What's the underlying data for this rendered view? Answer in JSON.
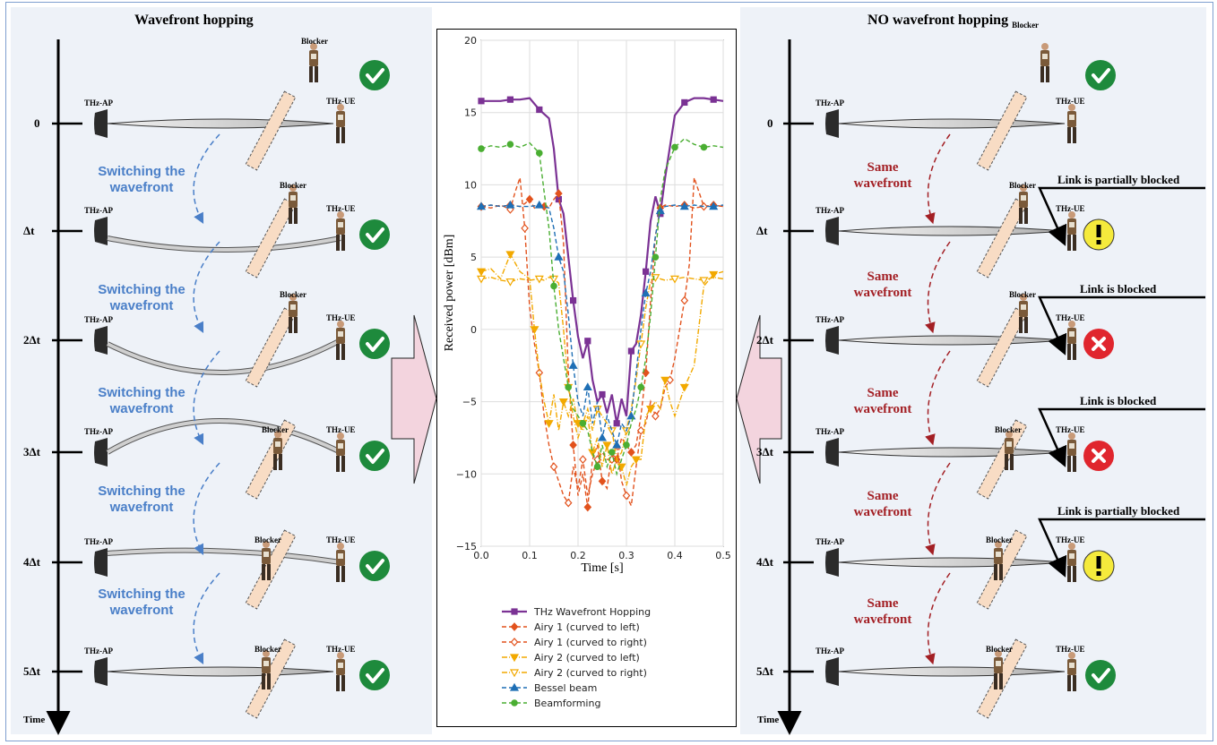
{
  "left_panel": {
    "title": "Wavefront hopping",
    "time_label": "Time",
    "ticks": [
      "0",
      "Δt",
      "2Δt",
      "3Δt",
      "4Δt",
      "5Δt"
    ],
    "notes": [
      {
        "line1": "Switching the",
        "line2": "wavefront"
      },
      {
        "line1": "Switching the",
        "line2": "wavefront"
      },
      {
        "line1": "Switching the",
        "line2": "wavefront"
      },
      {
        "line1": "Switching the",
        "line2": "wavefront"
      },
      {
        "line1": "Switching the",
        "line2": "wavefront"
      }
    ],
    "status": [
      "ok",
      "ok",
      "ok",
      "ok",
      "ok",
      "ok"
    ]
  },
  "right_panel": {
    "title": "NO wavefront hopping",
    "title_suffix": "Blocker",
    "time_label": "Time",
    "ticks": [
      "0",
      "Δt",
      "2Δt",
      "3Δt",
      "4Δt",
      "5Δt"
    ],
    "notes": [
      {
        "line1": "Same",
        "line2": "wavefront"
      },
      {
        "line1": "Same",
        "line2": "wavefront"
      },
      {
        "line1": "Same",
        "line2": "wavefront"
      },
      {
        "line1": "Same",
        "line2": "wavefront"
      },
      {
        "line1": "Same",
        "line2": "wavefront"
      }
    ],
    "callouts": [
      "Link is partially blocked",
      "Link is blocked",
      "Link is blocked",
      "Link is partially blocked"
    ],
    "status": [
      "ok",
      "warning",
      "blocked",
      "blocked",
      "warning",
      "ok"
    ]
  },
  "labels": {
    "ap": "THz-AP",
    "ue": "THz-UE",
    "blocker": "Blocker"
  },
  "colors": {
    "ok": "#1e8a3c",
    "warning": "#f5ea3c",
    "blocked": "#e0262e",
    "note_blue": "#4a7fc8",
    "note_red": "#a31f24",
    "arrow_fill": "#f3d4de"
  },
  "chart_data": {
    "type": "line",
    "title": "",
    "xlabel": "Time [s]",
    "ylabel": "Received power [dBm]",
    "xlim": [
      0.0,
      0.5
    ],
    "ylim": [
      -15,
      20
    ],
    "xticks": [
      "0.0",
      "0.1",
      "0.2",
      "0.3",
      "0.4",
      "0.5"
    ],
    "yticks": [
      "20",
      "15",
      "10",
      "5",
      "0",
      "−5",
      "−10",
      "−15"
    ],
    "grid": true,
    "legend_position": "bottom",
    "series": [
      {
        "name": "THz Wavefront Hopping",
        "color": "#7b3294",
        "dash": "",
        "marker": "square-filled",
        "x": [
          0.0,
          0.02,
          0.04,
          0.06,
          0.08,
          0.1,
          0.12,
          0.14,
          0.15,
          0.16,
          0.17,
          0.18,
          0.19,
          0.2,
          0.21,
          0.22,
          0.23,
          0.24,
          0.25,
          0.26,
          0.27,
          0.28,
          0.29,
          0.3,
          0.31,
          0.32,
          0.33,
          0.34,
          0.35,
          0.36,
          0.37,
          0.38,
          0.4,
          0.42,
          0.44,
          0.46,
          0.48,
          0.5
        ],
        "y": [
          15.8,
          15.8,
          15.8,
          15.9,
          15.9,
          16.0,
          15.2,
          14.6,
          12.5,
          9.0,
          8.0,
          5.0,
          2.0,
          -0.5,
          -2.0,
          -0.8,
          -3.5,
          -5.0,
          -4.5,
          -5.8,
          -4.5,
          -6.5,
          -4.8,
          -6.0,
          -1.5,
          -1.0,
          1.0,
          4.0,
          7.5,
          9.2,
          8.0,
          10.5,
          14.8,
          15.7,
          16.0,
          16.0,
          15.9,
          15.8
        ]
      },
      {
        "name": "Airy 1 (curved to left)",
        "color": "#e2521d",
        "dash": "5,3",
        "marker": "diamond-filled",
        "x": [
          0.0,
          0.02,
          0.04,
          0.06,
          0.08,
          0.09,
          0.1,
          0.11,
          0.12,
          0.13,
          0.14,
          0.15,
          0.16,
          0.17,
          0.18,
          0.19,
          0.2,
          0.21,
          0.22,
          0.23,
          0.24,
          0.25,
          0.26,
          0.27,
          0.28,
          0.29,
          0.3,
          0.31,
          0.32,
          0.33,
          0.34,
          0.35,
          0.36,
          0.37,
          0.38,
          0.4,
          0.42,
          0.44,
          0.46,
          0.48,
          0.5
        ],
        "y": [
          8.5,
          8.6,
          8.5,
          8.6,
          8.5,
          8.7,
          9.0,
          8.4,
          8.6,
          8.5,
          8.4,
          9.0,
          9.4,
          6.0,
          -3.0,
          -8.0,
          -11.5,
          -10.0,
          -12.3,
          -9.0,
          -8.0,
          -10.5,
          -11.0,
          -8.5,
          -9.0,
          -7.5,
          -8.0,
          -8.5,
          -8.0,
          -6.0,
          -3.0,
          2.0,
          6.5,
          8.4,
          8.6,
          8.5,
          8.6,
          8.4,
          8.5,
          8.6,
          8.5
        ]
      },
      {
        "name": "Airy 1 (curved to right)",
        "color": "#e2521d",
        "dash": "5,3",
        "marker": "diamond-open",
        "x": [
          0.0,
          0.02,
          0.04,
          0.06,
          0.07,
          0.08,
          0.09,
          0.1,
          0.11,
          0.12,
          0.13,
          0.14,
          0.15,
          0.16,
          0.17,
          0.18,
          0.19,
          0.2,
          0.21,
          0.22,
          0.23,
          0.24,
          0.25,
          0.26,
          0.27,
          0.28,
          0.29,
          0.3,
          0.31,
          0.32,
          0.33,
          0.34,
          0.35,
          0.36,
          0.37,
          0.38,
          0.39,
          0.4,
          0.41,
          0.42,
          0.43,
          0.44,
          0.46,
          0.48,
          0.5
        ],
        "y": [
          8.5,
          8.4,
          8.6,
          8.3,
          9.5,
          10.5,
          7.0,
          1.5,
          -1.0,
          -3.0,
          -6.0,
          -8.0,
          -9.5,
          -10.5,
          -11.5,
          -12.0,
          -9.5,
          -11.0,
          -9.0,
          -11.5,
          -10.0,
          -9.0,
          -8.5,
          -9.0,
          -9.0,
          -8.0,
          -10.5,
          -11.5,
          -12.2,
          -9.5,
          -7.0,
          -6.5,
          -5.0,
          -6.0,
          -5.5,
          -4.0,
          -3.5,
          -2.0,
          0.0,
          2.0,
          4.5,
          10.5,
          8.5,
          8.6,
          8.5
        ]
      },
      {
        "name": "Airy 2 (curved to left)",
        "color": "#f2a900",
        "dash": "6,2,1,2",
        "marker": "triangle-down-filled",
        "x": [
          0.0,
          0.02,
          0.04,
          0.06,
          0.08,
          0.1,
          0.11,
          0.12,
          0.13,
          0.14,
          0.15,
          0.16,
          0.17,
          0.18,
          0.19,
          0.2,
          0.21,
          0.22,
          0.23,
          0.24,
          0.25,
          0.26,
          0.27,
          0.28,
          0.29,
          0.3,
          0.31,
          0.32,
          0.33,
          0.34,
          0.35,
          0.36,
          0.37,
          0.38,
          0.39,
          0.4,
          0.42,
          0.44,
          0.46,
          0.48,
          0.5
        ],
        "y": [
          4.0,
          4.2,
          3.5,
          5.2,
          4.0,
          3.5,
          0.0,
          -3.0,
          -5.0,
          -6.5,
          -4.5,
          -7.0,
          -5.0,
          -6.0,
          -4.8,
          -6.5,
          -7.0,
          -6.0,
          -8.5,
          -7.5,
          -9.5,
          -8.0,
          -10.0,
          -9.0,
          -9.5,
          -10.8,
          -9.5,
          -9.0,
          -9.0,
          -6.0,
          -5.5,
          -5.0,
          -5.5,
          -3.5,
          -5.0,
          -6.0,
          -4.0,
          -2.5,
          3.0,
          3.8,
          4.0
        ]
      },
      {
        "name": "Airy 2 (curved to right)",
        "color": "#f2a900",
        "dash": "6,2,1,2",
        "marker": "triangle-down-open",
        "x": [
          0.0,
          0.02,
          0.04,
          0.06,
          0.08,
          0.1,
          0.12,
          0.13,
          0.14,
          0.15,
          0.16,
          0.17,
          0.18,
          0.19,
          0.2,
          0.21,
          0.22,
          0.23,
          0.24,
          0.25,
          0.26,
          0.27,
          0.28,
          0.29,
          0.3,
          0.31,
          0.32,
          0.33,
          0.34,
          0.35,
          0.36,
          0.37,
          0.38,
          0.4,
          0.42,
          0.44,
          0.46,
          0.48,
          0.5
        ],
        "y": [
          3.5,
          3.6,
          3.4,
          3.3,
          3.5,
          3.4,
          3.5,
          3.4,
          3.6,
          3.5,
          3.2,
          0.0,
          -4.0,
          -6.0,
          -7.5,
          -6.5,
          -5.5,
          -7.0,
          -5.5,
          -6.0,
          -6.5,
          -7.0,
          -9.0,
          -8.5,
          -7.0,
          -5.5,
          -3.5,
          -1.0,
          1.5,
          3.4,
          3.6,
          3.5,
          3.4,
          3.5,
          3.6,
          3.5,
          3.4,
          3.6,
          3.5
        ]
      },
      {
        "name": "Bessel beam",
        "color": "#1f6fb5",
        "dash": "5,3",
        "marker": "triangle-up-filled",
        "x": [
          0.0,
          0.02,
          0.04,
          0.06,
          0.08,
          0.1,
          0.12,
          0.14,
          0.15,
          0.16,
          0.17,
          0.18,
          0.19,
          0.2,
          0.21,
          0.22,
          0.23,
          0.24,
          0.25,
          0.26,
          0.27,
          0.28,
          0.29,
          0.3,
          0.31,
          0.32,
          0.33,
          0.34,
          0.35,
          0.36,
          0.37,
          0.38,
          0.4,
          0.42,
          0.44,
          0.46,
          0.48,
          0.5
        ],
        "y": [
          8.5,
          8.6,
          8.5,
          8.6,
          8.5,
          8.5,
          8.6,
          8.4,
          7.0,
          5.0,
          4.0,
          1.0,
          -2.5,
          -5.0,
          -6.0,
          -4.0,
          -6.5,
          -5.0,
          -7.5,
          -6.0,
          -7.0,
          -8.0,
          -6.5,
          -7.0,
          -6.0,
          -3.0,
          0.0,
          2.5,
          4.0,
          6.5,
          8.2,
          8.5,
          8.6,
          8.5,
          8.6,
          8.5,
          8.5,
          8.6
        ]
      },
      {
        "name": "Beamforming",
        "color": "#4aae32",
        "dash": "5,3",
        "marker": "circle-filled",
        "x": [
          0.0,
          0.02,
          0.04,
          0.06,
          0.08,
          0.1,
          0.12,
          0.13,
          0.14,
          0.15,
          0.16,
          0.17,
          0.18,
          0.19,
          0.2,
          0.21,
          0.22,
          0.23,
          0.24,
          0.25,
          0.26,
          0.27,
          0.28,
          0.29,
          0.3,
          0.31,
          0.32,
          0.33,
          0.34,
          0.35,
          0.36,
          0.37,
          0.38,
          0.4,
          0.42,
          0.44,
          0.46,
          0.48,
          0.5
        ],
        "y": [
          12.5,
          12.7,
          12.6,
          12.8,
          12.6,
          12.9,
          12.2,
          9.5,
          7.0,
          3.0,
          0.0,
          -2.0,
          -4.0,
          -5.5,
          -6.0,
          -6.5,
          -7.0,
          -8.5,
          -9.5,
          -8.0,
          -9.5,
          -8.5,
          -10.0,
          -9.0,
          -8.0,
          -6.5,
          -5.5,
          -4.0,
          -2.0,
          1.0,
          5.0,
          9.0,
          11.0,
          12.6,
          13.2,
          12.8,
          12.6,
          12.7,
          12.6
        ]
      }
    ]
  }
}
